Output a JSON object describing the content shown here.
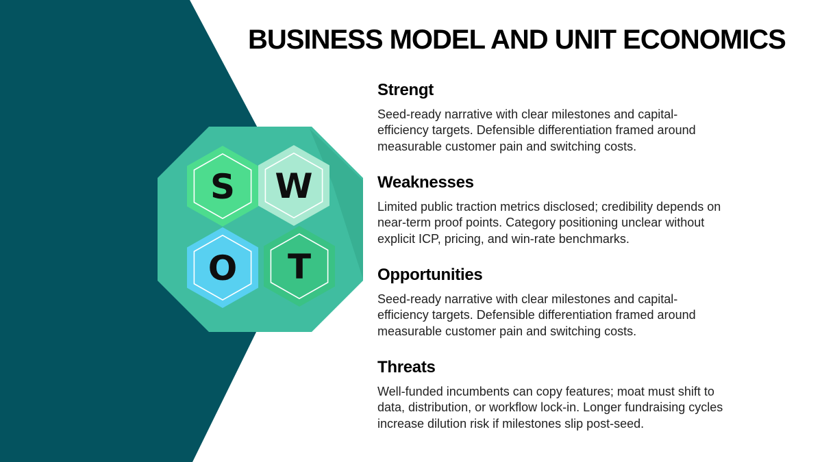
{
  "title": "BUSINESS MODEL AND UNIT ECONOMICS",
  "colors": {
    "background": "#ffffff",
    "corner_shape": "#04535f",
    "title_text": "#000000",
    "heading_text": "#000000",
    "body_text": "#212121"
  },
  "swot": {
    "octagon_color": "#40bda0",
    "corner_shadow_color": "#38b093",
    "outline_color": "#ffffff",
    "letter_color": "#0e0e0e",
    "hexagons": [
      {
        "letter": "S",
        "outer_color": "#4ddc8e",
        "inner_color": "#60e6a0"
      },
      {
        "letter": "W",
        "outer_color": "#a9e9d1",
        "inner_color": "#c9f2e0"
      },
      {
        "letter": "O",
        "outer_color": "#58d0f1",
        "inner_color": "#76e0f9"
      },
      {
        "letter": "T",
        "outer_color": "#3ac285",
        "inner_color": "#2eba76"
      }
    ]
  },
  "sections": [
    {
      "heading": "Strengt",
      "body": "Seed-ready narrative with clear milestones and capital-\nefficiency targets. Defensible differentiation framed around\nmeasurable customer pain and switching costs."
    },
    {
      "heading": "Weaknesses",
      "body": "Limited public traction metrics disclosed; credibility depends on\nnear-term proof points. Category positioning unclear without\nexplicit ICP, pricing, and win-rate benchmarks."
    },
    {
      "heading": "Opportunities",
      "body": "Seed-ready narrative with clear milestones and capital-\nefficiency targets. Defensible differentiation framed around\nmeasurable customer pain and switching costs."
    },
    {
      "heading": "Threats",
      "body": "Well-funded incumbents can copy features; moat must shift to\ndata, distribution, or workflow lock-in. Longer fundraising cycles\nincrease dilution risk if milestones slip post-seed."
    }
  ]
}
